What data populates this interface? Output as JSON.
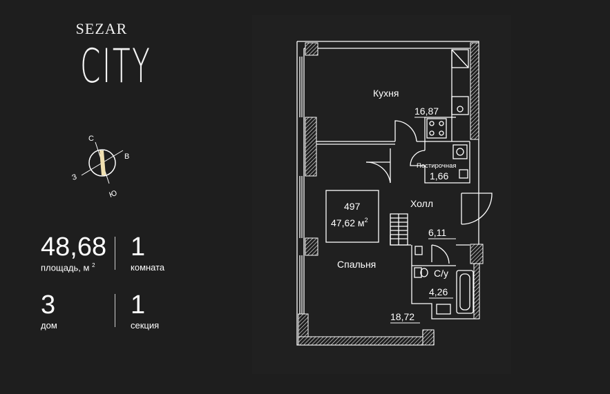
{
  "brand": {
    "name_line1": "SEZAR",
    "name_line2": "CITY"
  },
  "compass": {
    "north": "С",
    "east": "В",
    "south": "Ю",
    "west": "З"
  },
  "stats": {
    "area": {
      "value": "48,68",
      "label": "площадь, м",
      "label_sup": "2"
    },
    "rooms": {
      "value": "1",
      "label": "комната"
    },
    "house": {
      "value": "3",
      "label": "дом"
    },
    "section": {
      "value": "1",
      "label": "секция"
    }
  },
  "plan": {
    "rooms": [
      {
        "name": "Кухня",
        "area": "16,87"
      },
      {
        "name": "Постирочная",
        "area": "1,66"
      },
      {
        "name": "Холл",
        "area": "6,11"
      },
      {
        "name": "Спальня",
        "area": "18,72"
      },
      {
        "name": "С/у",
        "area": "4,26"
      }
    ],
    "apartment": {
      "number": "497",
      "area": "47,62 м",
      "area_sup": "2"
    }
  },
  "colors": {
    "background": "#1e1e1e",
    "panel": "#202020",
    "walls": "#ffffff"
  }
}
